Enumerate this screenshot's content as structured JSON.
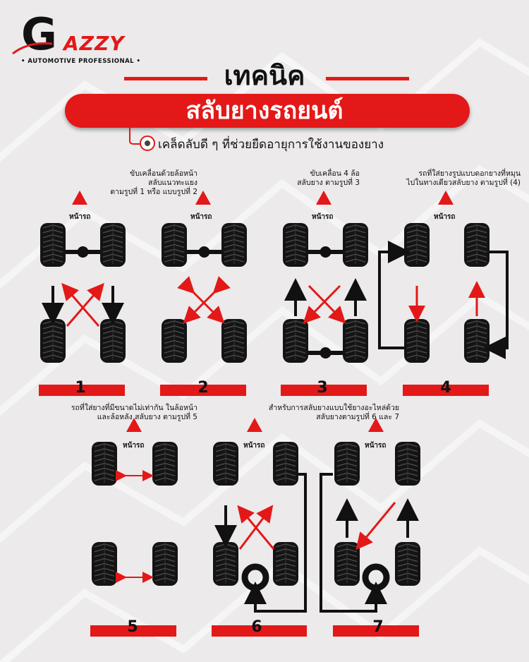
{
  "brand": {
    "logo_initial": "G",
    "logo_rest": "AZZY",
    "tagline": "• AUTOMOTIVE PROFESSIONAL •"
  },
  "title": {
    "line1": "เทคนิค",
    "line2": "สลับยางรถยนต์",
    "subtitle": "เคล็ดลับดี ๆ ที่ช่วยยืดอายุการใช้งานของยาง"
  },
  "front_label": "หน้ารถ",
  "captions": {
    "c12": [
      "ขับเคลื่อนด้วยล้อหน้า",
      "สลับแนวทะแยง",
      "ตามรูปที่ 1 หรือ แบบรูปที่ 2"
    ],
    "c3": [
      "ขับเคลื่อน 4 ล้อ",
      "สลับยาง ตามรูปที่ 3"
    ],
    "c4": [
      "รถที่ใส่ยางรูปแบบดอกยางที่หมุน",
      "ไปในทางเดียวสลับยาง ตามรูปที่ (4)"
    ],
    "c5": [
      "รถที่ใส่ยางที่มีขนาดไม่เท่ากัน ในล้อหน้า",
      "และล้อหลัง สลับยาง ตามรูปที่ 5"
    ],
    "c67": [
      "สำหรับการสลับยางแบบใช้ยางอะไหล่ด้วย",
      "สลับยางตามรูปที่ 6 และ 7"
    ]
  },
  "diagrams": [
    {
      "number": "1"
    },
    {
      "number": "2"
    },
    {
      "number": "3"
    },
    {
      "number": "4"
    },
    {
      "number": "5"
    },
    {
      "number": "6"
    },
    {
      "number": "7"
    }
  ],
  "colors": {
    "accent": "#e31818",
    "tire": "#141414",
    "background": "#eceaea"
  },
  "icons": [
    "tire-tip-icon",
    "front-arrow-icon",
    "tire-icon",
    "spare-tire-icon"
  ]
}
